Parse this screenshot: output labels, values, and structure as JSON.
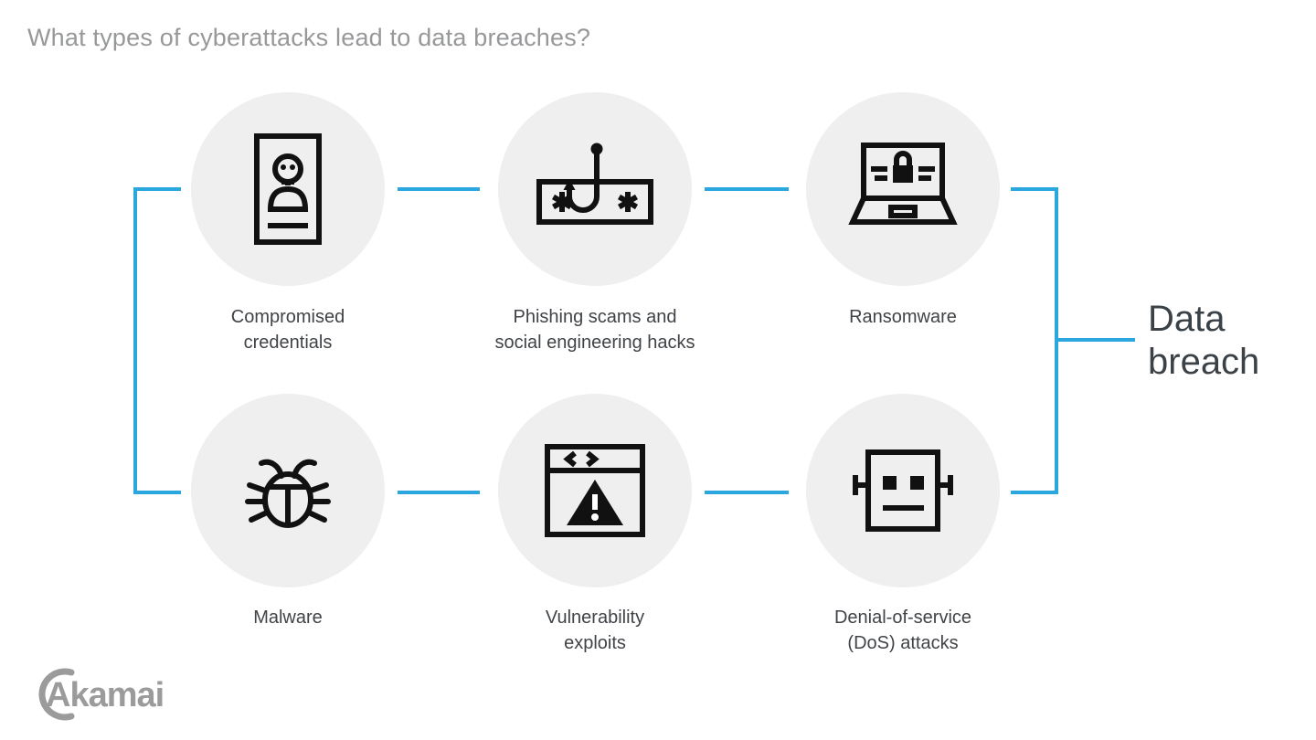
{
  "page": {
    "title": "What types of cyberattacks lead to data breaches?",
    "colors": {
      "background": "#ffffff",
      "accent_line": "#2aa7df",
      "circle_fill": "#efeff0",
      "icon": "#111111",
      "label_text": "#404347",
      "title_text": "#97989a",
      "result_text": "#3a4147",
      "brand_text": "#9b9b9b"
    }
  },
  "diagram": {
    "nodes": [
      {
        "id": "compromised-credentials",
        "label": "Compromised credentials",
        "icon": "id-card-skull-icon"
      },
      {
        "id": "phishing",
        "label": "Phishing scams and social engineering hacks",
        "icon": "password-fish-hook-icon"
      },
      {
        "id": "ransomware",
        "label": "Ransomware",
        "icon": "laptop-lock-icon"
      },
      {
        "id": "malware",
        "label": "Malware",
        "icon": "bug-icon"
      },
      {
        "id": "vulnerability-exploits",
        "label": "Vulnerability exploits",
        "icon": "browser-warning-icon"
      },
      {
        "id": "dos-attacks",
        "label": "Denial-of-service (DoS) attacks",
        "icon": "robot-head-icon"
      }
    ],
    "result_label": "Data breach"
  },
  "footer": {
    "brand": "Akamai"
  }
}
